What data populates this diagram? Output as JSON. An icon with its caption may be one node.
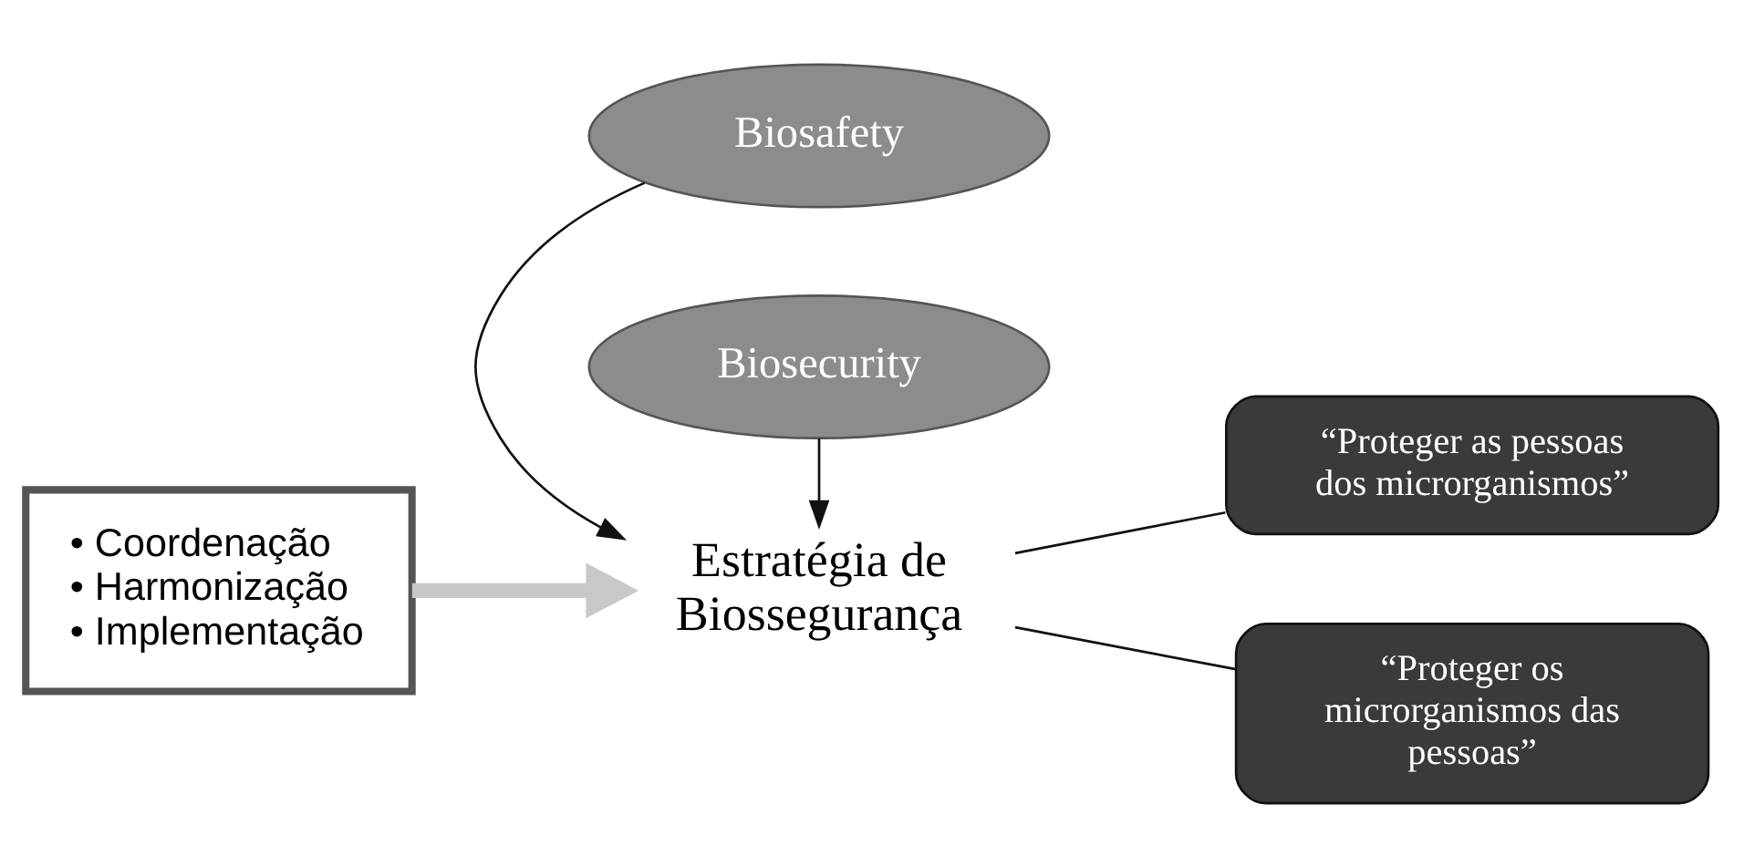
{
  "diagram": {
    "nodes": [
      {
        "text": [
          "Biosafety"
        ]
      },
      {
        "text": [
          "Estratégia de Biossegurança"
        ]
      },
      {
        "text": [
          "Biosecurity"
        ]
      },
      {
        "text": [
          "• Coordenação",
          "• Harmonização",
          "• Implementação"
        ]
      },
      {
        "text": [
          "“Proteger as pessoas dos microrganismos”"
        ]
      },
      {
        "text": [
          "“Proteger os microrganismos das pessoas”"
        ]
      }
    ],
    "edges": [
      {
        "from": 0,
        "to": 1,
        "arrow": "to"
      },
      {
        "from": 2,
        "to": 1,
        "arrow": "to"
      },
      {
        "from": 3,
        "to": 1,
        "arrow": "to",
        "style": "thick",
        "color": "#c8c8c8"
      },
      {
        "from": 1,
        "to": 4,
        "arrow": "none"
      },
      {
        "from": 1,
        "to": 5,
        "arrow": "none"
      }
    ]
  }
}
